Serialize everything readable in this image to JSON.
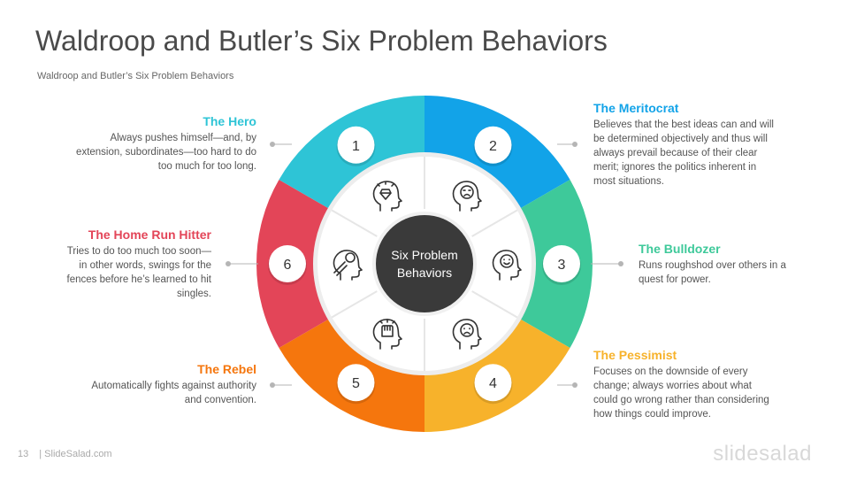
{
  "slide": {
    "title": "Waldroop and Butler’s Six Problem Behaviors",
    "subtitle": "Waldroop  and Butler’s Six Problem Behaviors",
    "page_number": "13",
    "footer_text": "| SlideSalad.com",
    "brand": "slidesalad"
  },
  "center": {
    "line1": "Six Problem",
    "line2": "Behaviors"
  },
  "behaviors": [
    {
      "number": "1",
      "title": "The Hero",
      "description_lines": [
        "Always pushes himself—and, by",
        "extension, subordinates—too hard to do",
        "too much for too long."
      ],
      "color": "#2ec4d6",
      "icon": "diamond-head-icon"
    },
    {
      "number": "2",
      "title": "The Meritocrat",
      "description_lines": [
        "Believes that the best ideas can and will",
        "be determined objectively and thus will",
        "always prevail because of their clear",
        "merit; ignores the politics inherent in",
        "most situations."
      ],
      "color": "#12a3e8",
      "icon": "frowning-head-icon"
    },
    {
      "number": "3",
      "title": "The Bulldozer",
      "description_lines": [
        "Runs roughshod over others in a",
        "quest for power."
      ],
      "color": "#3ec99a",
      "icon": "smiling-head-icon"
    },
    {
      "number": "4",
      "title": "The Pessimist",
      "description_lines": [
        "Focuses on the downside of every",
        "change; always worries about what",
        "could go wrong rather than considering",
        "how things could improve."
      ],
      "color": "#f7b22b",
      "icon": "sad-head-icon"
    },
    {
      "number": "5",
      "title": "The Rebel",
      "description_lines": [
        "Automatically fights against authority",
        "and convention."
      ],
      "color": "#f5760d",
      "icon": "fist-head-icon"
    },
    {
      "number": "6",
      "title": "The Home Run Hitter",
      "description_lines": [
        "Tries to do too much too soon—",
        "in other words, swings for the",
        "fences before he’s learned to hit",
        "singles."
      ],
      "color": "#e34558",
      "icon": "ball-head-icon"
    }
  ]
}
